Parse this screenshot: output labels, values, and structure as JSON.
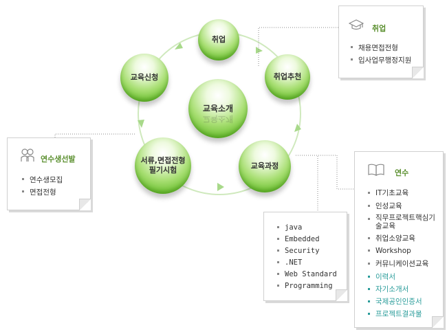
{
  "nodes": {
    "employment": "취업",
    "recommend": "취업추천",
    "course": "교육과정",
    "screening": [
      "서류,면접전형",
      "필기시험"
    ],
    "apply": "교육신청",
    "center": "교육소개"
  },
  "cards": {
    "employment": {
      "title": "취업",
      "icon": "graduation-cap-icon",
      "items": [
        "채용면접전형",
        "입사업무행정지원"
      ]
    },
    "recruit": {
      "title": "연수생선발",
      "icon": "people-icon",
      "items": [
        "연수생모집",
        "면접전형"
      ]
    },
    "courses": {
      "items": [
        "java",
        "Embedded",
        "Security",
        ".NET",
        "Web Standard",
        "Programming"
      ]
    },
    "training": {
      "title": "연수",
      "icon": "open-book-icon",
      "items": [
        "IT기초교육",
        "인성교육",
        "직무프로젝트핵심기술교육",
        "취업소양교육",
        "Workshop",
        "커뮤니케이션교육"
      ],
      "highlight_items": [
        "이력서",
        "자기소개서",
        "국제공인인증서",
        "프로젝트결과물"
      ]
    }
  },
  "colors": {
    "accent_green": "#5a8f2e",
    "highlight_teal": "#2a9c9a",
    "arrow_green": "#a8d98a"
  }
}
